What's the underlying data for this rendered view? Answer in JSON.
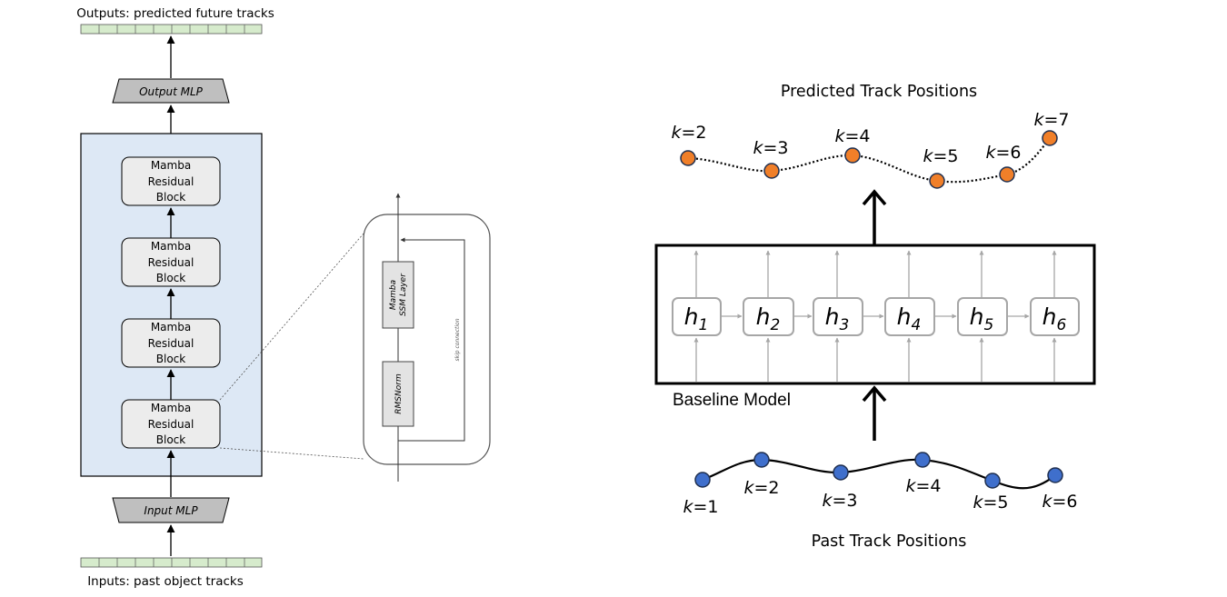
{
  "left": {
    "outputs_label": "Outputs: predicted future tracks",
    "inputs_label": "Inputs: past object tracks",
    "output_mlp": "Output MLP",
    "input_mlp": "Input MLP",
    "block_lines": [
      "Mamba",
      "Residual",
      "Block"
    ],
    "detail": {
      "ssm_line1": "Mamba",
      "ssm_line2": "SSM Layer",
      "norm": "RMSNorm",
      "skip": "skip connection"
    },
    "colors": {
      "stack_bg": "#dde8f5",
      "token_fill": "#d6ebcc",
      "mlp_fill": "#bfbfbf",
      "block_fill": "#ececec"
    }
  },
  "right": {
    "predicted_title": "Predicted Track Positions",
    "past_title": "Past Track Positions",
    "model_label": "Baseline Model",
    "k_prefix": "k",
    "predicted_k": [
      "2",
      "3",
      "4",
      "5",
      "6",
      "7"
    ],
    "past_k": [
      "1",
      "2",
      "3",
      "4",
      "5",
      "6"
    ],
    "hidden_states": [
      "1",
      "2",
      "3",
      "4",
      "5",
      "6"
    ],
    "hidden_symbol": "h",
    "colors": {
      "predicted_point": "#f07f29",
      "past_point": "#3f6fcc",
      "state_border": "#a6a6a6",
      "arrow_gray": "#a6a6a6"
    }
  }
}
